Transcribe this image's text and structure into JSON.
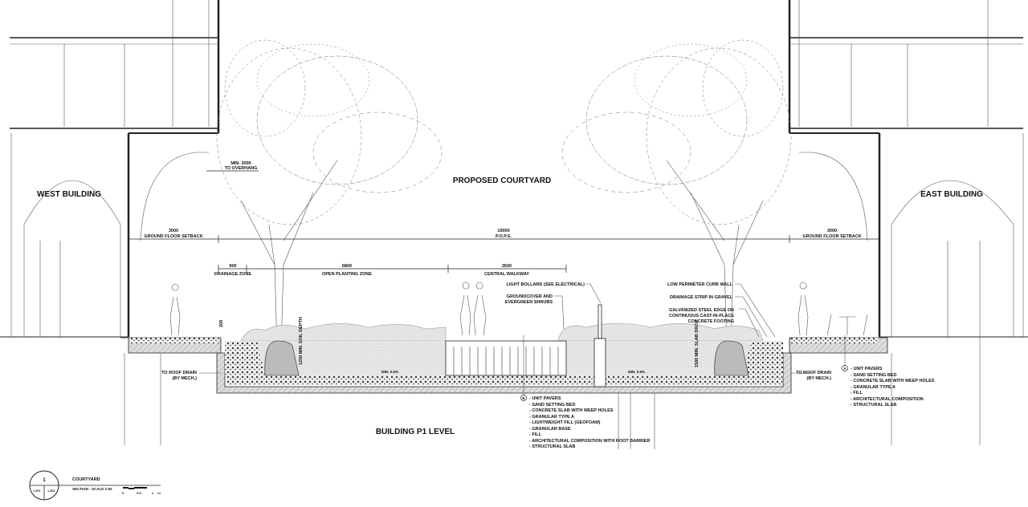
{
  "title": "PROPOSED COURTYARD",
  "west_building": "WEST BUILDING",
  "east_building": "EAST BUILDING",
  "p1_level": "BUILDING P1 LEVEL",
  "dimensions": {
    "overhang": {
      "value": "MIN. 2000",
      "label": "TO OVERHANG"
    },
    "west_setback": {
      "value": "3000",
      "label": "GROUND FLOOR SETBACK"
    },
    "pops": {
      "value": "19000",
      "label": "P.O.P.S."
    },
    "east_setback": {
      "value": "3000",
      "label": "GROUND FLOOR SETBACK"
    },
    "drainage_zone": {
      "value": "900",
      "label": "DRAINAGE ZONE"
    },
    "open_planting": {
      "value": "6800",
      "label": "OPEN PLANTING ZONE"
    },
    "central_walkway": {
      "value": "3500",
      "label": "CENTRAL WALKWAY"
    },
    "curb_height": "200",
    "soil_depth": "1250 MIN. SOIL DEPTH",
    "slab_drop": "1500 MIN. SLAB DROP",
    "slope_left": "MIN. 0.5%",
    "slope_right": "MIN. 0.5%"
  },
  "callouts": {
    "light_bollard": "LIGHT BOLLARD (SEE ELECTRICAL)",
    "groundcover": [
      "GROUNDCOVER AND",
      "EVERGREEN SHRUBS"
    ],
    "curb_wall": "LOW PERIMETER CURB WALL",
    "drainage_strip": "DRAINAGE STRIP IN GRAVEL",
    "steel_edge": [
      "GALVANIZED STEEL EDGE ON",
      "CONTINUOUS CAST-IN-PLACE",
      "CONCRETE FOOTING"
    ],
    "roof_drain_left": [
      "TO ROOF DRAIN",
      "(BY MECH.)"
    ],
    "roof_drain_right": [
      "TO ROOF DRAIN",
      "(BY MECH.)"
    ]
  },
  "assembly_a": {
    "tag": "A",
    "layers": [
      "- UNIT PAVERS",
      "- SAND SETTING BED",
      "- CONCRETE SLAB WITH WEEP HOLES",
      "- GRANULAR TYPE A",
      "- FILL",
      "- ARCHITECTURAL COMPOSITION",
      "- STRUCTURAL SLAB"
    ]
  },
  "assembly_b": {
    "tag": "B",
    "layers": [
      "- UNIT PAVERS",
      "- SAND SETTING BED",
      "- CONCRETE SLAB WITH WEEP HOLES",
      "- GRANULAR TYPE A",
      "- LIGHTWEIGHT FILL (GEOFOAM)",
      "- GRANULAR BASE",
      "- FILL",
      "- ARCHITECTURAL COMPOSITION WITH ROOT BARRIER",
      "- STRUCTURAL SLAB"
    ]
  },
  "title_block": {
    "number": "1",
    "sheet_left": "L101",
    "sheet_right": "L202",
    "name": "COURTYARD",
    "scale": "SECTION - SCALE 1:50",
    "scale_bar": [
      "0",
      "0.5",
      "1",
      "m"
    ]
  }
}
